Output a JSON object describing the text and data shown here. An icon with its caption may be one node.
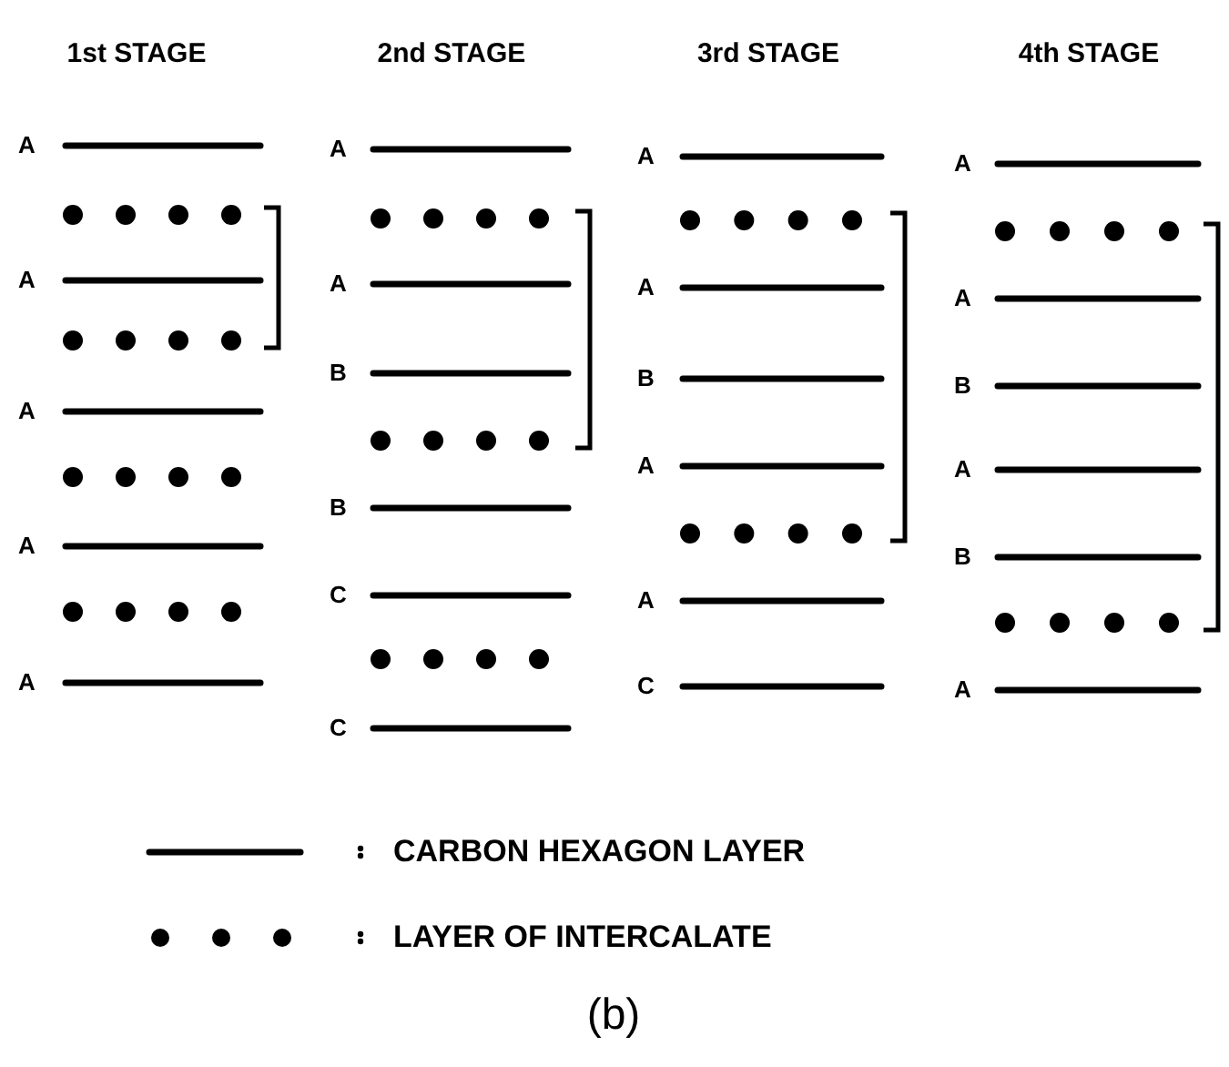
{
  "diagram": {
    "caption": "(b)",
    "labels": [
      "1st STAGE",
      "2nd STAGE",
      "3rd STAGE",
      "4th STAGE",
      "A",
      "A",
      "A",
      "A",
      "A",
      "A",
      "A",
      "B",
      "B",
      "C",
      "C",
      "A",
      "A",
      "B",
      "A",
      "A",
      "C",
      "A",
      "A",
      "B",
      "A",
      "B",
      "A"
    ],
    "legend": [
      {
        "text": "CARBON HEXAGON LAYER"
      },
      {
        "text": "LAYER OF INTERCALATE"
      }
    ]
  }
}
